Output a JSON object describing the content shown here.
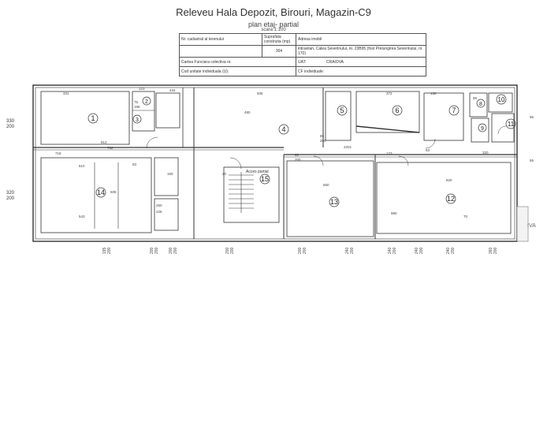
{
  "header": {
    "title": "Releveu Hala Depozit, Birouri, Magazin-C9",
    "subtitle": "plan etaj- partial",
    "scale": "scara 1:100"
  },
  "info_table": {
    "col1_header": "Nr. cadastral al terenului",
    "col2_header": "Suprafata construita (mp)",
    "col3_header": "Adresa imobil",
    "area": "304",
    "address": "intravilan, Calea Severinului, nr. 23B95 (fost Prelungirea Severinului, nr. 170)",
    "carte_funciara_label": "Cartea Funciara colectiva nr.",
    "cod_label": "Cod unitate individuala (U):",
    "uat_label": "UAT:",
    "uat_value": "CRAIOVA",
    "cf_label": "CF individuale:"
  },
  "rooms": {
    "r1": "1",
    "r2": "2",
    "r3": "3",
    "r4": "4",
    "r5": "5",
    "r6": "6",
    "r7": "7",
    "r8": "8",
    "r9": "9",
    "r10": "10",
    "r11": "11",
    "r12": "12",
    "r13": "13",
    "r14": "14",
    "r15": "15"
  },
  "labels": {
    "acces_partial": "Acces partial",
    "level_330_200": [
      "330",
      "200"
    ],
    "level_320_200": [
      "320",
      "200"
    ],
    "ivan": "IVA",
    "dims_top": [
      "331",
      "123",
      "434",
      "505",
      "372",
      "130",
      "195",
      "75",
      "96",
      "480",
      "812",
      "762",
      "2201",
      "173",
      "83",
      "820",
      "320",
      "70",
      "95",
      "55"
    ],
    "dims_mid": [
      "718",
      "510",
      "505",
      "83",
      "543",
      "560",
      "980",
      "90",
      "200",
      "150",
      "250",
      "225",
      "85",
      "200",
      "20"
    ],
    "window_marks_bottom": [
      [
        "195",
        "200"
      ],
      [
        "200",
        "200"
      ],
      [
        "200",
        "200"
      ],
      [
        "200",
        "200"
      ],
      [
        "200",
        "200"
      ],
      [
        "240",
        "200"
      ],
      [
        "240",
        "200"
      ],
      [
        "240",
        "200"
      ],
      [
        "240",
        "200"
      ],
      [
        "260",
        "200"
      ]
    ]
  }
}
